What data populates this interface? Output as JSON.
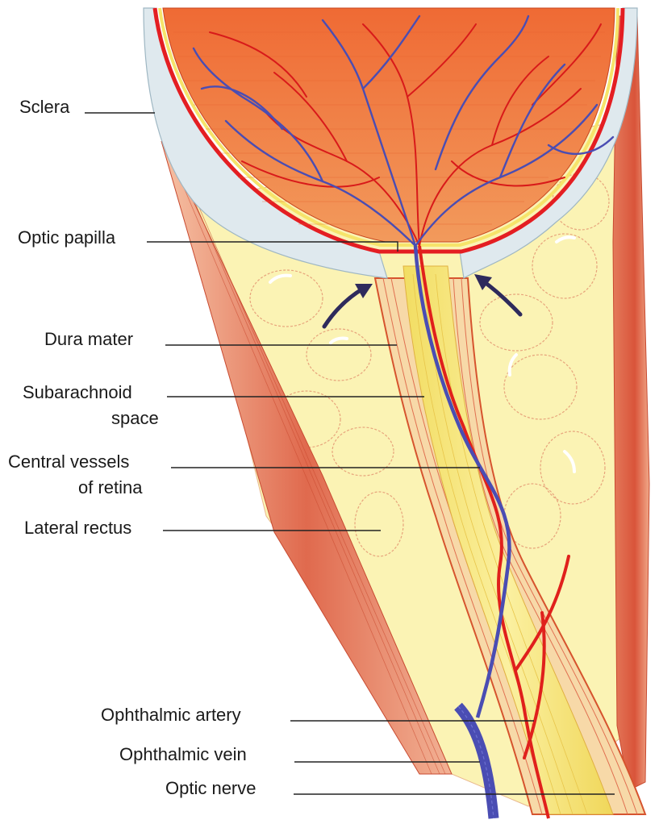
{
  "labels": {
    "sclera": "Sclera",
    "optic_papilla": "Optic papilla",
    "dura_mater": "Dura mater",
    "subarachnoid_l1": "Subarachnoid",
    "subarachnoid_l2": "space",
    "central_vessels_l1": "Central vessels",
    "central_vessels_l2": "of retina",
    "lateral_rectus": "Lateral rectus",
    "ophthalmic_artery": "Ophthalmic artery",
    "ophthalmic_vein": "Ophthalmic vein",
    "optic_nerve": "Optic nerve"
  },
  "colors": {
    "retina": "#f07a3c",
    "retina_dark": "#d9532a",
    "sclera": "#dfe9ee",
    "fat": "#fbf3b4",
    "nerve": "#f3e26a",
    "muscle": "#e06a4e",
    "artery": "#e0201c",
    "vein": "#4a4db3",
    "arrow": "#2e2a5c"
  }
}
